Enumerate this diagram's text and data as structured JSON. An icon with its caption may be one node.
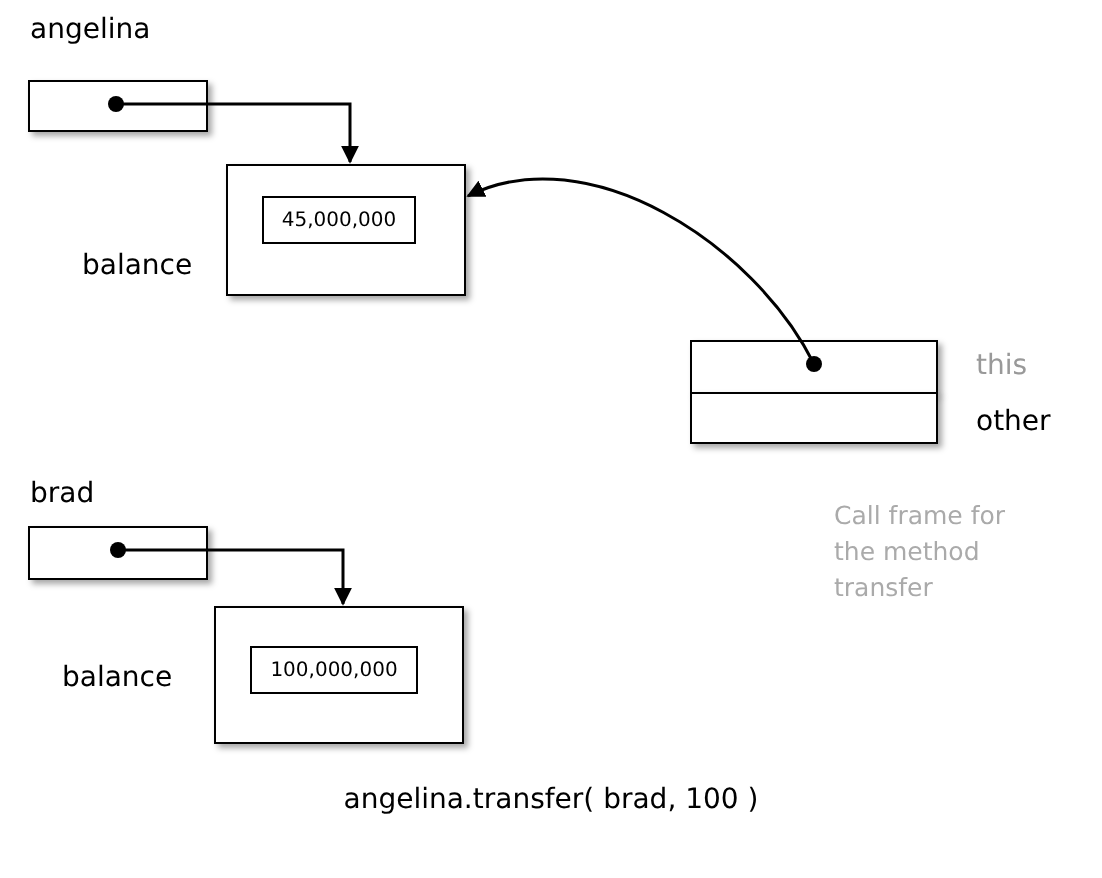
{
  "diagram": {
    "nodes": [
      {
        "text": [
          "angelina"
        ]
      },
      {
        "text": [
          "balance"
        ]
      },
      {
        "text": [
          "45,000,000"
        ],
        "in": 1
      },
      {
        "text": [
          "this"
        ]
      },
      {
        "text": [
          "other"
        ],
        "beside": [
          "Call frame for the method transfer"
        ]
      },
      {
        "text": [
          "brad"
        ]
      },
      {
        "text": [
          "balance"
        ]
      },
      {
        "text": [
          "100,000,000"
        ],
        "in": 6
      }
    ],
    "edges": [
      {
        "from": 0,
        "to": 1,
        "arrow": "to"
      },
      {
        "from": 3,
        "to": 1,
        "arrow": "to"
      },
      {
        "from": 5,
        "to": 6,
        "arrow": "to"
      }
    ],
    "labels": [
      "angelina.transfer( brad, 100 )"
    ]
  }
}
